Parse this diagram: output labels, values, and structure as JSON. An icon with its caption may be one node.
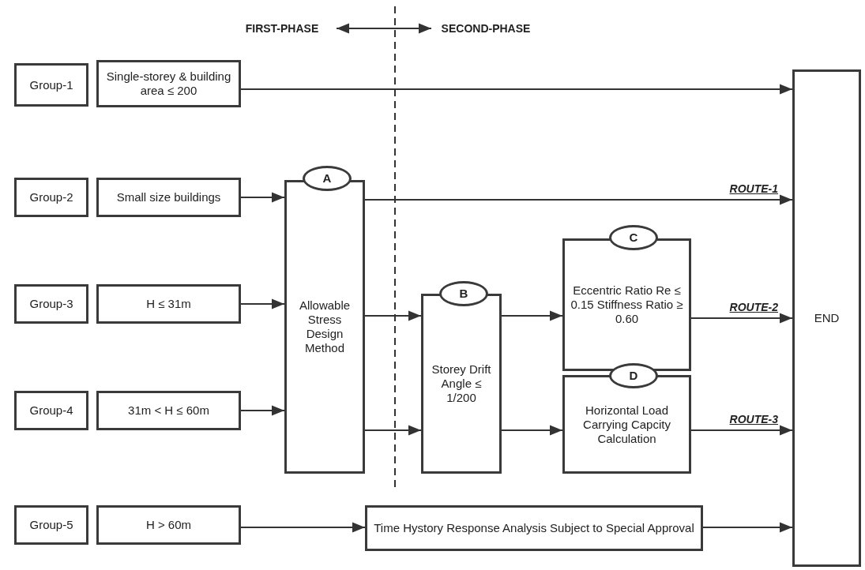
{
  "diagram": {
    "nodes": [
      {
        "text": [
          "Group-1"
        ]
      },
      {
        "text": [
          "Single-storey & building area ≤ 200"
        ]
      },
      {
        "text": [
          "Group-2"
        ]
      },
      {
        "text": [
          "Small size buildings"
        ]
      },
      {
        "text": [
          "Group-3"
        ]
      },
      {
        "text": [
          "H ≤ 31m"
        ]
      },
      {
        "text": [
          "Group-4"
        ]
      },
      {
        "text": [
          "31m < H ≤ 60m"
        ]
      },
      {
        "text": [
          "Group-5"
        ]
      },
      {
        "text": [
          "H > 60m"
        ]
      },
      {
        "text": [
          "Allowable Stress Design Method"
        ]
      },
      {
        "text": [
          "A"
        ]
      },
      {
        "text": [
          "Storey Drift Angle ≤ 1/200"
        ]
      },
      {
        "text": [
          "B"
        ]
      },
      {
        "text": [
          "Eccentric Ratio Re ≤ 0.15 Stiffness Ratio ≥ 0.60"
        ]
      },
      {
        "text": [
          "C"
        ]
      },
      {
        "text": [
          "Horizontal Load Carrying Capcity Calculation"
        ]
      },
      {
        "text": [
          "D"
        ]
      },
      {
        "text": [
          "Time Hystory Response Analysis Subject to Special Approval"
        ]
      },
      {
        "text": [
          "END"
        ]
      },
      {
        "text": [
          "FIRST-PHASE"
        ]
      },
      {
        "text": [
          "SECOND-PHASE"
        ]
      }
    ],
    "edges": [
      {
        "from": 1,
        "to": 19,
        "arrow": "to"
      },
      {
        "from": 3,
        "to": 10,
        "arrow": "to"
      },
      {
        "from": 5,
        "to": 10,
        "arrow": "to"
      },
      {
        "from": 7,
        "to": 10,
        "arrow": "to"
      },
      {
        "from": 10,
        "to": 19,
        "arrow": "to",
        "label": "ROUTE-1"
      },
      {
        "from": 10,
        "to": 12,
        "arrow": "to"
      },
      {
        "from": 10,
        "to": 12,
        "arrow": "to"
      },
      {
        "from": 12,
        "to": 14,
        "arrow": "to"
      },
      {
        "from": 12,
        "to": 16,
        "arrow": "to"
      },
      {
        "from": 14,
        "to": 19,
        "arrow": "to",
        "label": "ROUTE-2"
      },
      {
        "from": 16,
        "to": 19,
        "arrow": "to",
        "label": "ROUTE-3"
      },
      {
        "from": 9,
        "to": 18,
        "arrow": "to"
      },
      {
        "from": 18,
        "to": 19,
        "arrow": "to"
      },
      {
        "from": 20,
        "to": 21,
        "arrow": "both"
      }
    ]
  }
}
